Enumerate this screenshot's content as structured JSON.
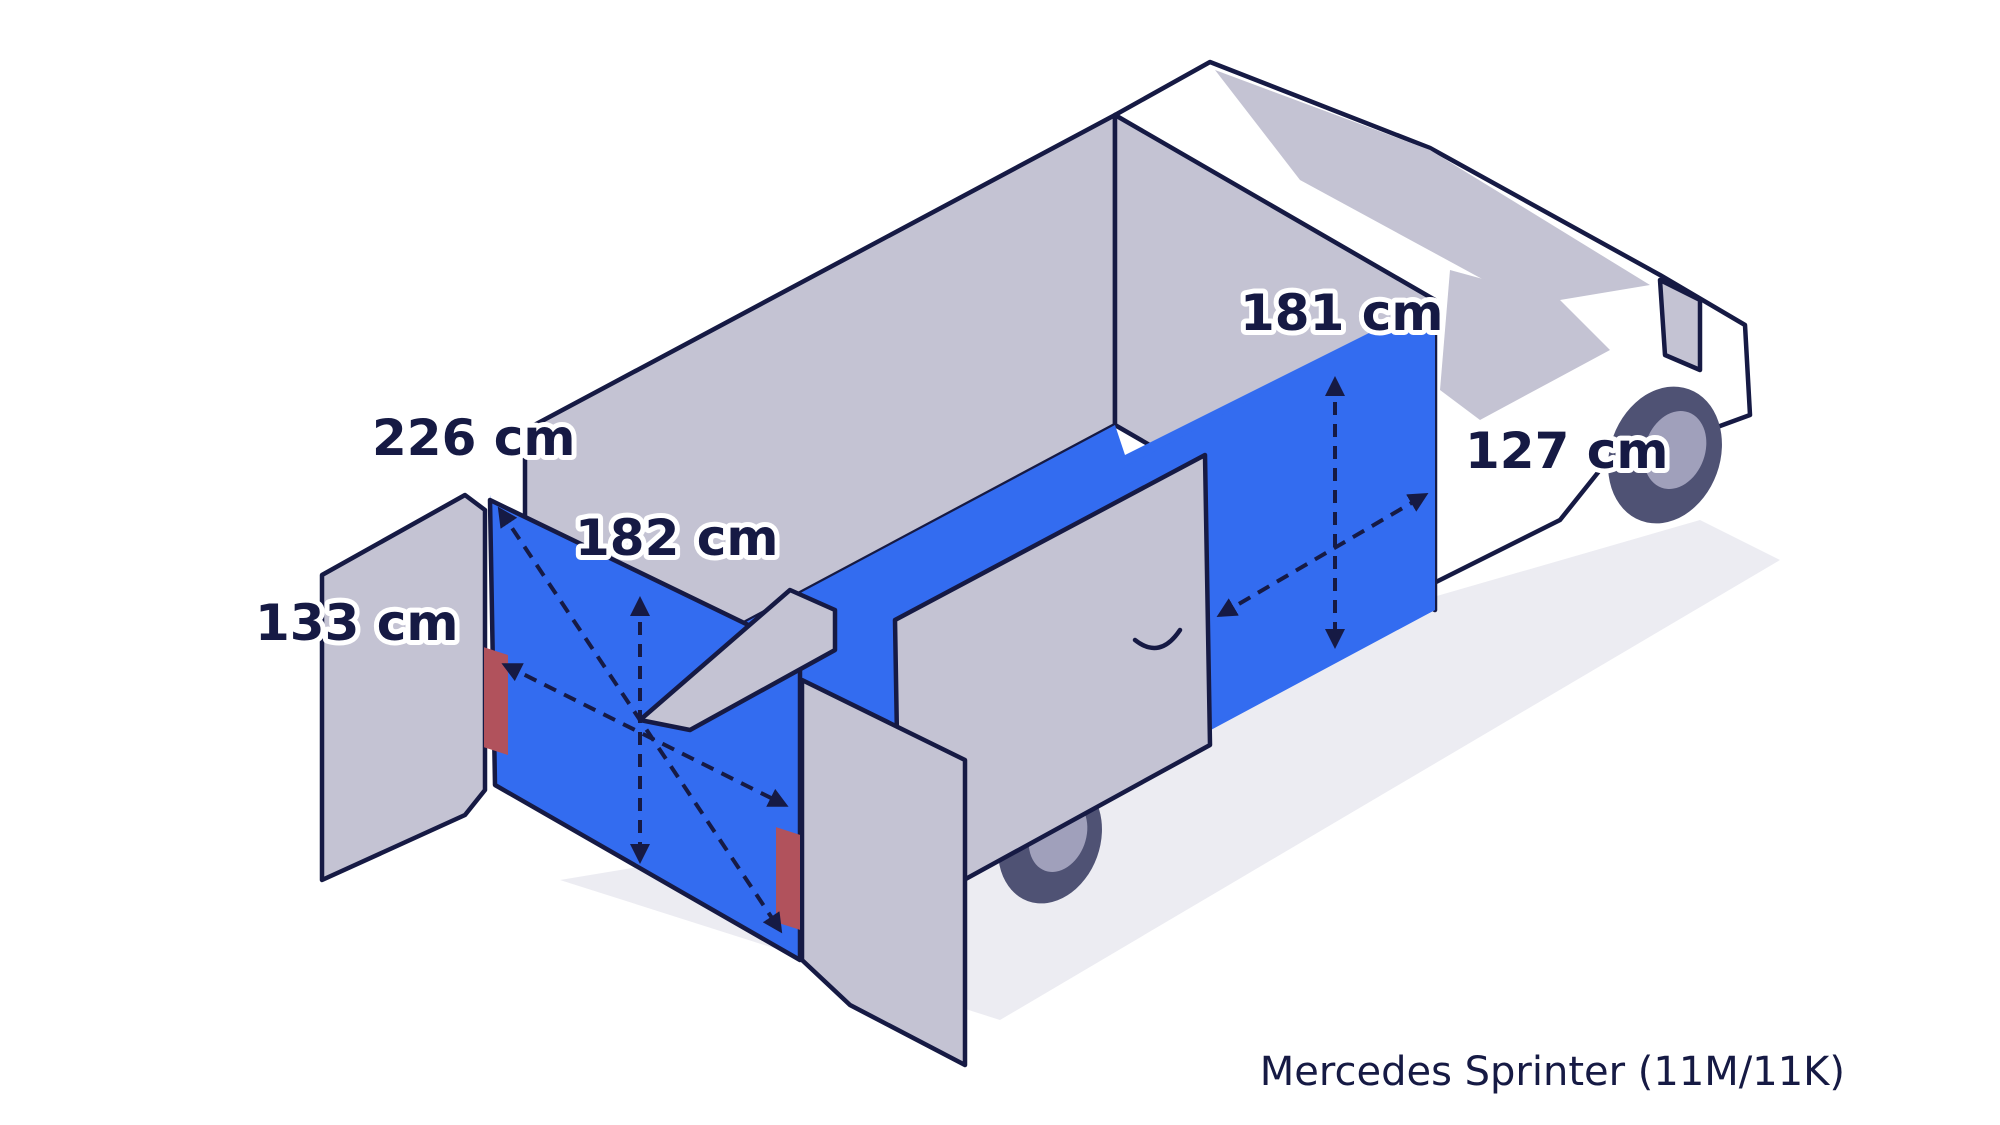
{
  "labels": {
    "rear_door_height": "133 cm",
    "cargo_height": "226 cm",
    "rear_opening_width": "182 cm",
    "side_door_height": "181 cm",
    "side_door_width": "127 cm"
  },
  "caption": "Mercedes Sprinter (11M/11K)",
  "colors": {
    "outline": "#161a44",
    "panel_grey": "#c4c3d3",
    "cargo_blue": "#336cf0",
    "tail_light": "#b1525c",
    "van_body": "#ffffff",
    "shadow": "#ececf2"
  }
}
